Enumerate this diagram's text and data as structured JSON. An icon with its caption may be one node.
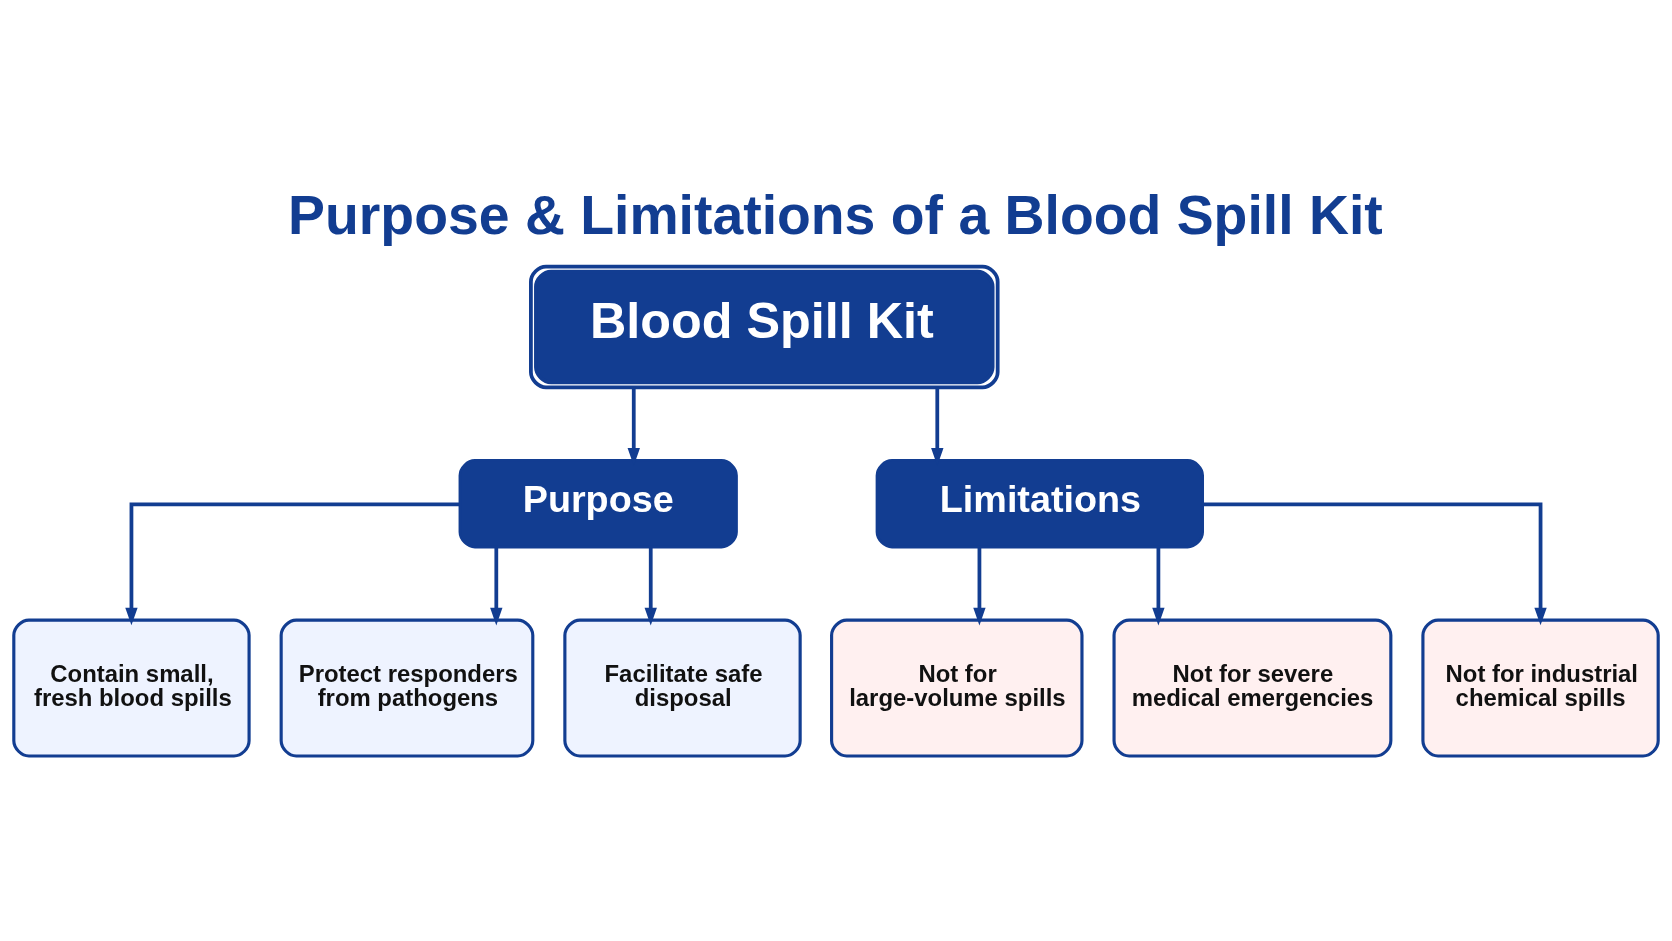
{
  "diagram": {
    "title": "Purpose & Limitations of a Blood Spill Kit",
    "nodes": [
      {
        "text": [
          "Blood Spill Kit"
        ]
      },
      {
        "text": [
          "Purpose"
        ]
      },
      {
        "text": [
          "Limitations"
        ]
      },
      {
        "text": [
          "Contain small, fresh blood spills"
        ]
      },
      {
        "text": [
          "Protect responders from pathogens"
        ]
      },
      {
        "text": [
          "Facilitate safe disposal"
        ]
      },
      {
        "text": [
          "Not for large-volume spills"
        ]
      },
      {
        "text": [
          "Not for severe medical emergencies"
        ]
      },
      {
        "text": [
          "Not for industrial chemical spills"
        ]
      }
    ],
    "edges": [
      {
        "from": 0,
        "to": 1,
        "arrow": "to"
      },
      {
        "from": 0,
        "to": 2,
        "arrow": "to"
      },
      {
        "from": 1,
        "to": 3,
        "arrow": "to"
      },
      {
        "from": 1,
        "to": 4,
        "arrow": "to"
      },
      {
        "from": 1,
        "to": 5,
        "arrow": "to"
      },
      {
        "from": 2,
        "to": 6,
        "arrow": "to"
      },
      {
        "from": 2,
        "to": 7,
        "arrow": "to"
      },
      {
        "from": 2,
        "to": 8,
        "arrow": "to"
      }
    ]
  }
}
